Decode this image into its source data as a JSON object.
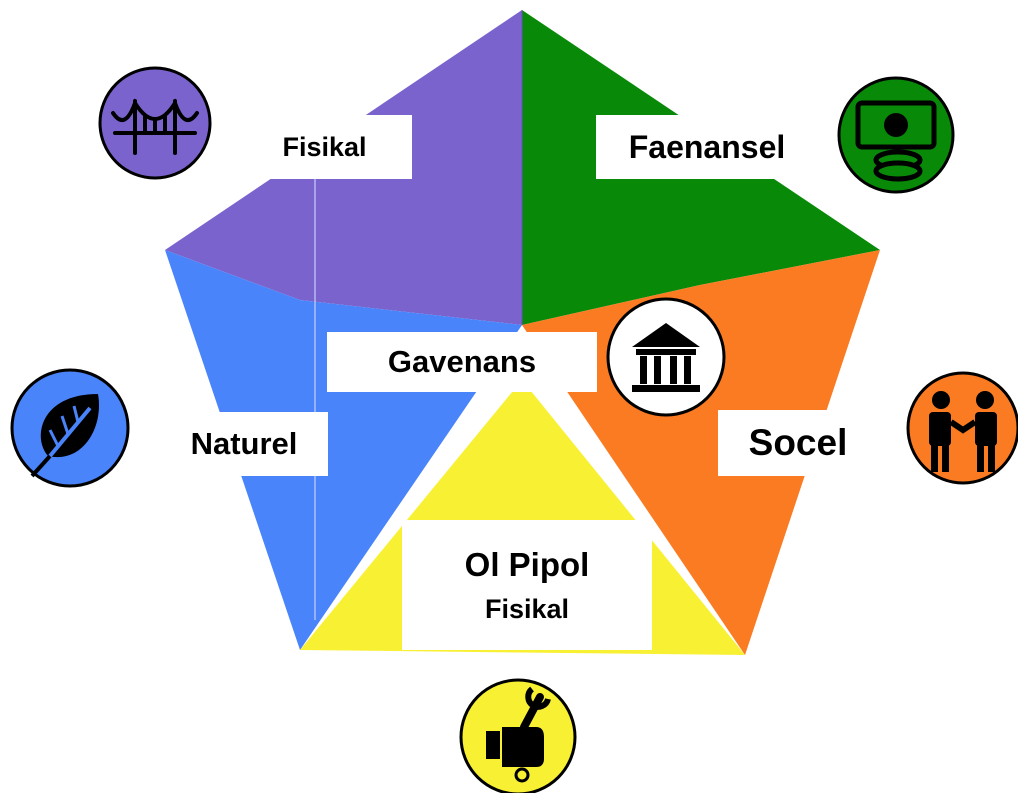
{
  "labels": {
    "fisikal": "Fisikal",
    "faenansel": "Faenansel",
    "gavenans": "Gavenans",
    "naturel": "Naturel",
    "socel": "Socel",
    "ol_pipol": "Ol Pipol",
    "ol_pipol_sub": "Fisikal"
  },
  "colors": {
    "purple": "#7B63CE",
    "green": "#088A08",
    "blue": "#4A84FA",
    "orange": "#FB7B22",
    "yellow": "#F8F033",
    "white": "#FFFFFF",
    "outline": "#000000"
  },
  "icons": [
    "bridge-icon",
    "money-icon",
    "bank-icon",
    "leaf-icon",
    "handshake-icon",
    "tool-hand-icon"
  ]
}
